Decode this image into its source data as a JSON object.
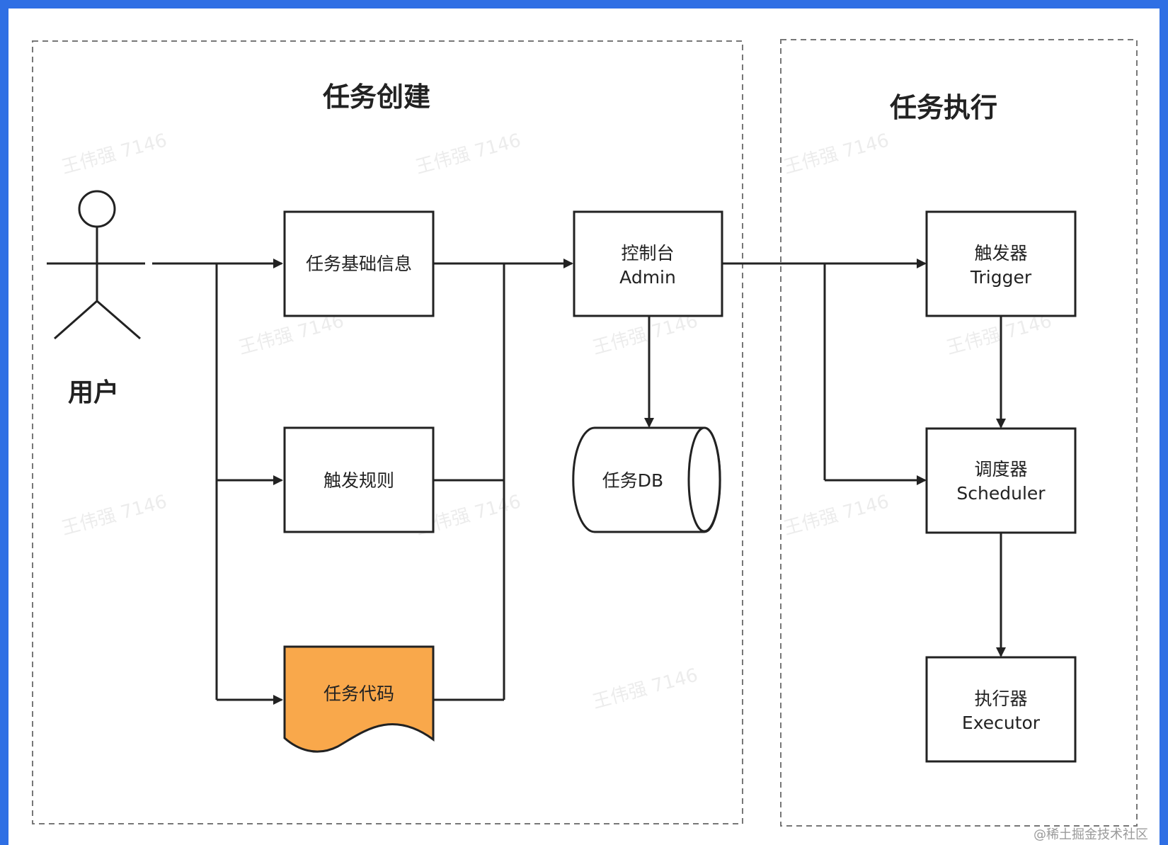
{
  "groups": {
    "creation": {
      "title": "任务创建"
    },
    "execution": {
      "title": "任务执行"
    }
  },
  "actor": {
    "label": "用户"
  },
  "nodes": {
    "basic_info": {
      "label": "任务基础信息"
    },
    "trigger_rule": {
      "label": "触发规则"
    },
    "task_code": {
      "label": "任务代码",
      "fill": "#f9a84b"
    },
    "admin": {
      "line1": "控制台",
      "line2": "Admin"
    },
    "task_db": {
      "label": "任务DB"
    },
    "trigger": {
      "line1": "触发器",
      "line2": "Trigger"
    },
    "scheduler": {
      "line1": "调度器",
      "line2": "Scheduler"
    },
    "executor": {
      "line1": "执行器",
      "line2": "Executor"
    }
  },
  "watermark": {
    "text": "王伟强 7146"
  },
  "credit": {
    "text": "@稀土掘金技术社区"
  },
  "colors": {
    "frame": "#2f6fe4",
    "line": "#222222",
    "task_code_fill": "#f9a84b"
  }
}
